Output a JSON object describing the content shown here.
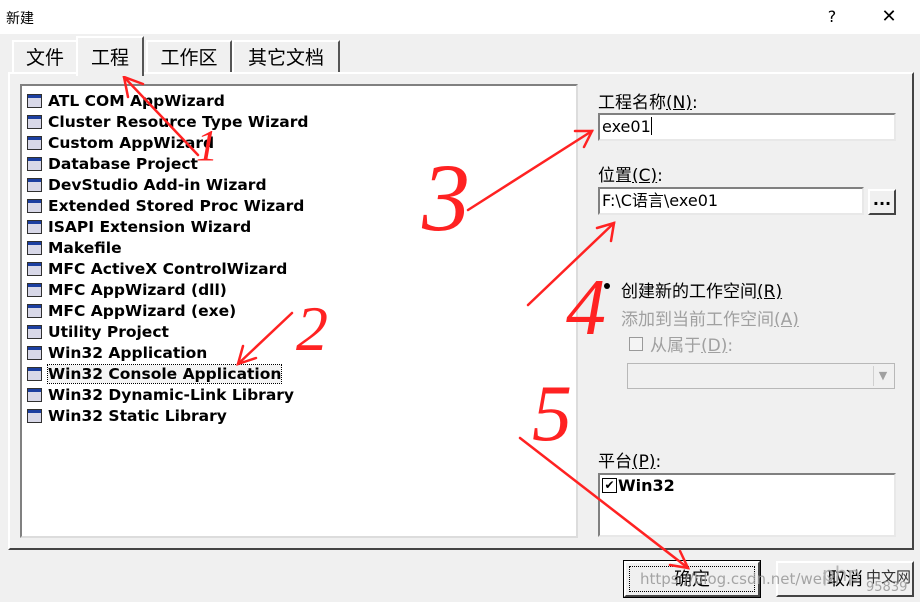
{
  "window": {
    "title": "新建",
    "help": "?",
    "close": "✕"
  },
  "tabs": [
    "文件",
    "工程",
    "工作区",
    "其它文档"
  ],
  "project_types": [
    {
      "label": "ATL COM AppWizard",
      "icon": "atl-com-icon"
    },
    {
      "label": "Cluster Resource Type Wizard",
      "icon": "cluster-icon"
    },
    {
      "label": "Custom AppWizard",
      "icon": "custom-appwizard-icon"
    },
    {
      "label": "Database Project",
      "icon": "database-icon"
    },
    {
      "label": "DevStudio Add-in Wizard",
      "icon": "addin-icon"
    },
    {
      "label": "Extended Stored Proc Wizard",
      "icon": "stored-proc-icon"
    },
    {
      "label": "ISAPI Extension Wizard",
      "icon": "isapi-icon"
    },
    {
      "label": "Makefile",
      "icon": "makefile-icon"
    },
    {
      "label": "MFC ActiveX ControlWizard",
      "icon": "activex-icon"
    },
    {
      "label": "MFC AppWizard (dll)",
      "icon": "mfc-dll-icon"
    },
    {
      "label": "MFC AppWizard (exe)",
      "icon": "mfc-exe-icon"
    },
    {
      "label": "Utility Project",
      "icon": "utility-icon"
    },
    {
      "label": "Win32 Application",
      "icon": "win32-app-icon"
    },
    {
      "label": "Win32 Console Application",
      "icon": "console-app-icon",
      "selected": true
    },
    {
      "label": "Win32 Dynamic-Link Library",
      "icon": "dll-icon"
    },
    {
      "label": "Win32 Static Library",
      "icon": "static-lib-icon"
    }
  ],
  "project_name": {
    "label": "工程名称",
    "hotkey": "(N)",
    "colon": ":",
    "value": "exe01"
  },
  "location": {
    "label": "位置",
    "hotkey": "(C)",
    "colon": ":",
    "value": "F:\\C语言\\exe01",
    "browse": "..."
  },
  "workspace": {
    "create_new": {
      "label": "创建新的工作空间",
      "hotkey": "(R)"
    },
    "add_current": {
      "label": "添加到当前工作空间",
      "hotkey": "(A)"
    },
    "dependency": {
      "label": "从属于",
      "hotkey": "(D)",
      "colon": ":"
    }
  },
  "platform": {
    "label": "平台",
    "hotkey": "(P)",
    "colon": ":",
    "items": [
      "Win32"
    ]
  },
  "buttons": {
    "ok": "确定",
    "cancel": "取消"
  },
  "annotations": {
    "n1": "1",
    "n2": "2",
    "n3": "3",
    "n4": "4",
    "n5": "5"
  },
  "watermark": {
    "left": "https://blog.csdn.net/weixi",
    "logo": "php",
    "site": "中文网",
    "right": "95839"
  },
  "colors": {
    "annotation": "#ff2222",
    "dialog_bg": "#f0f0f0"
  }
}
